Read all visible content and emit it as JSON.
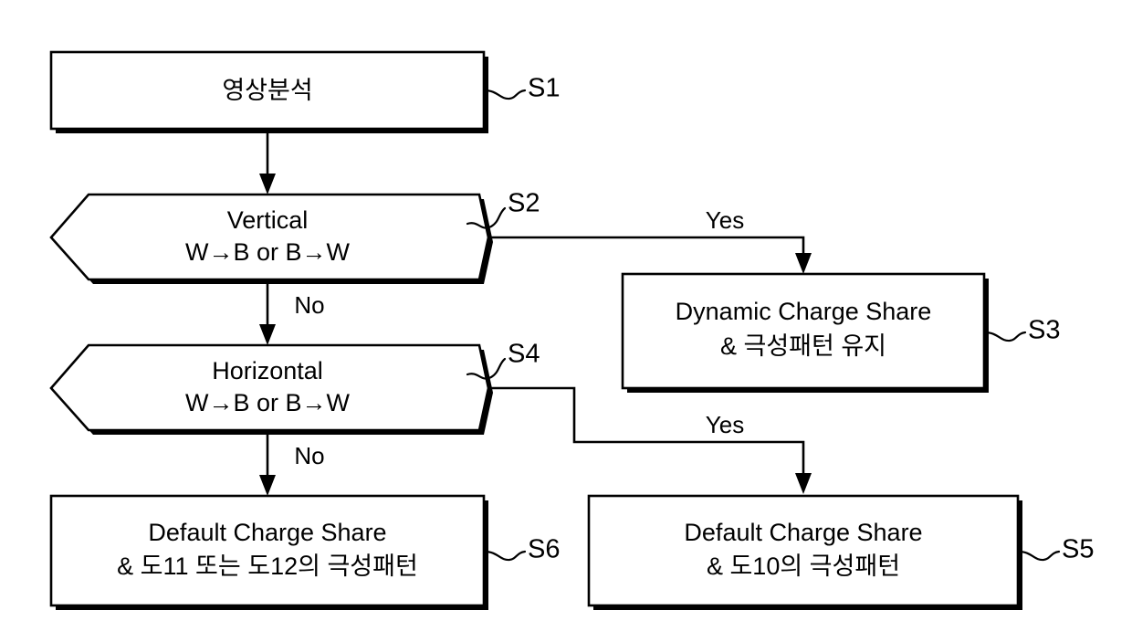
{
  "diagram": {
    "type": "flowchart",
    "title": "",
    "orientation": "top-down",
    "nodes": [
      {
        "id": "S1",
        "shape": "rectangle",
        "ref": "S1",
        "lines": [
          "영상분석"
        ]
      },
      {
        "id": "S2",
        "shape": "hexagon",
        "ref": "S2",
        "lines": [
          "Vertical",
          "W→B or B→W"
        ]
      },
      {
        "id": "S3",
        "shape": "rectangle",
        "ref": "S3",
        "lines": [
          "Dynamic Charge Share",
          "& 극성패턴 유지"
        ]
      },
      {
        "id": "S4",
        "shape": "hexagon",
        "ref": "S4",
        "lines": [
          "Horizontal",
          "W→B or B→W"
        ]
      },
      {
        "id": "S5",
        "shape": "rectangle",
        "ref": "S5",
        "lines": [
          "Default Charge Share",
          "& 도10의 극성패턴"
        ]
      },
      {
        "id": "S6",
        "shape": "rectangle",
        "ref": "S6",
        "lines": [
          "Default Charge Share",
          "& 도11 또는 도12의 극성패턴"
        ]
      }
    ],
    "edges": [
      {
        "id": "e-s1-s2",
        "from": "S1",
        "to": "S2",
        "label": ""
      },
      {
        "id": "e-s2-s3",
        "from": "S2",
        "to": "S3",
        "label": "Yes"
      },
      {
        "id": "e-s2-s4",
        "from": "S2",
        "to": "S4",
        "label": "No"
      },
      {
        "id": "e-s4-s5",
        "from": "S4",
        "to": "S5",
        "label": "Yes"
      },
      {
        "id": "e-s4-s6",
        "from": "S4",
        "to": "S6",
        "label": "No"
      }
    ],
    "colors": {
      "stroke": "#000000",
      "fill": "#ffffff",
      "background": "#ffffff"
    }
  }
}
